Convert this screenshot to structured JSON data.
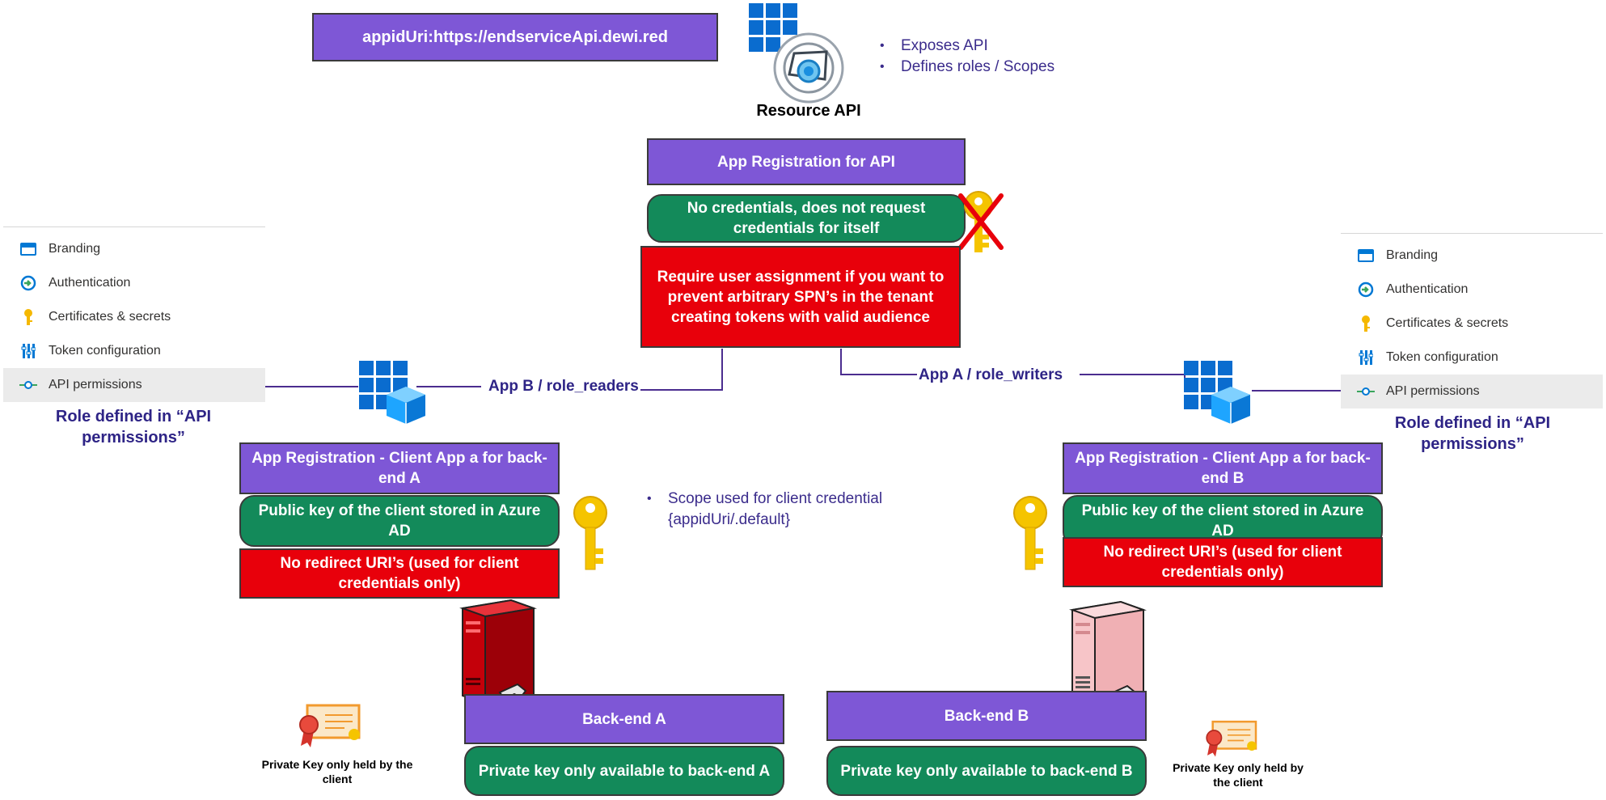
{
  "appid_uri": "appidUri:https://endserviceApi.dewi.red",
  "resource_api": {
    "label": "Resource API",
    "bullets": [
      "Exposes API",
      "Defines roles  / Scopes"
    ]
  },
  "api_registration": {
    "title": "App Registration for API",
    "no_credentials": "No credentials, does not request credentials for itself",
    "require_assignment": "Require user assignment if you want to prevent arbitrary SPN’s in the tenant creating tokens with valid audience"
  },
  "connections": {
    "left": "App B / role_readers",
    "right": "App A / role_writers"
  },
  "menu_left": {
    "items": [
      "Branding",
      "Authentication",
      "Certificates & secrets",
      "Token configuration",
      "API permissions"
    ],
    "caption": "Role defined in “API permissions”"
  },
  "menu_right": {
    "items": [
      "Branding",
      "Authentication",
      "Certificates & secrets",
      "Token configuration",
      "API permissions"
    ],
    "caption": "Role defined in “API permissions”"
  },
  "client_a": {
    "title": "App Registration - Client App a for back-end A",
    "public_key": "Public key of the client stored in Azure AD",
    "no_redirect": "No redirect URI’s (used for client credentials only)"
  },
  "client_b": {
    "title": "App Registration - Client App a for back-end B",
    "public_key": "Public key of the client stored in Azure AD",
    "no_redirect": "No redirect URI’s (used for client credentials only)"
  },
  "scope_note": {
    "bullet": "Scope used for client credential",
    "value": "{appidUri/.default}"
  },
  "backend_a": {
    "title": "Back-end A",
    "private_key": "Private key only available to back-end A",
    "cert_caption": "Private Key only held by the client"
  },
  "backend_b": {
    "title": "Back-end B",
    "private_key": "Private key only available to back-end B",
    "cert_caption": "Private Key only held by the client"
  },
  "colors": {
    "purple": "#7e57d6",
    "green": "#138a5a",
    "red": "#e8000b",
    "text_purple": "#2e2486",
    "azure_blue": "#0a6ccf",
    "gold": "#f5c400"
  }
}
